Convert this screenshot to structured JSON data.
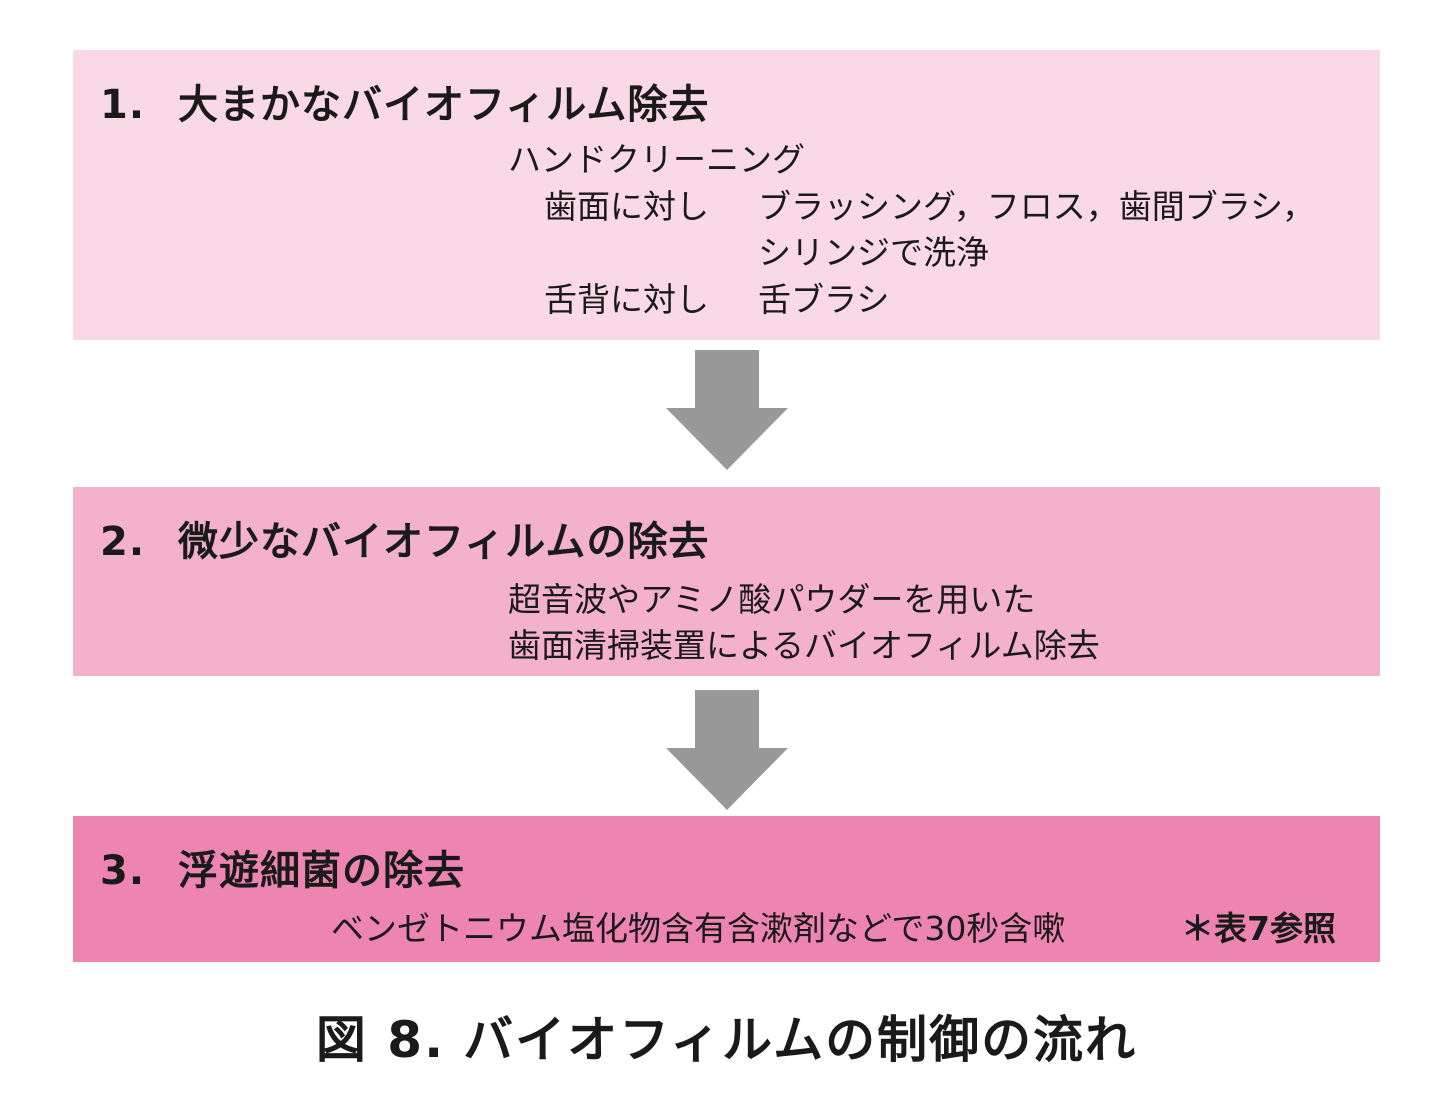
{
  "colors": {
    "step1_bg": "#f9d9e6",
    "step2_bg": "#f3b1cb",
    "step3_bg": "#ee84b0",
    "arrow": "#999999"
  },
  "steps": [
    {
      "number": "1.",
      "title": "大まかなバイオフィルム除去",
      "lines": {
        "method": "ハンドクリーニング",
        "tooth_label": "歯面に対し",
        "tooth_tools_1": "ブラッシング，フロス，歯間ブラシ，",
        "tooth_tools_2": "シリンジで洗浄",
        "tongue_label": "舌背に対し",
        "tongue_tools": "舌ブラシ"
      }
    },
    {
      "number": "2.",
      "title": "微少なバイオフィルムの除去",
      "lines": {
        "line1": "超音波やアミノ酸パウダーを用いた",
        "line2": "歯面清掃装置によるバイオフィルム除去"
      }
    },
    {
      "number": "3.",
      "title": "浮遊細菌の除去",
      "lines": {
        "line1": "ベンゼトニウム塩化物含有含漱剤などで30秒含嗽",
        "note": "＊表7参照"
      }
    }
  ],
  "caption": {
    "figure_label": "図 8.",
    "text": "バイオフィルムの制御の流れ"
  },
  "icons": {
    "arrow1": "down-arrow-icon",
    "arrow2": "down-arrow-icon"
  }
}
